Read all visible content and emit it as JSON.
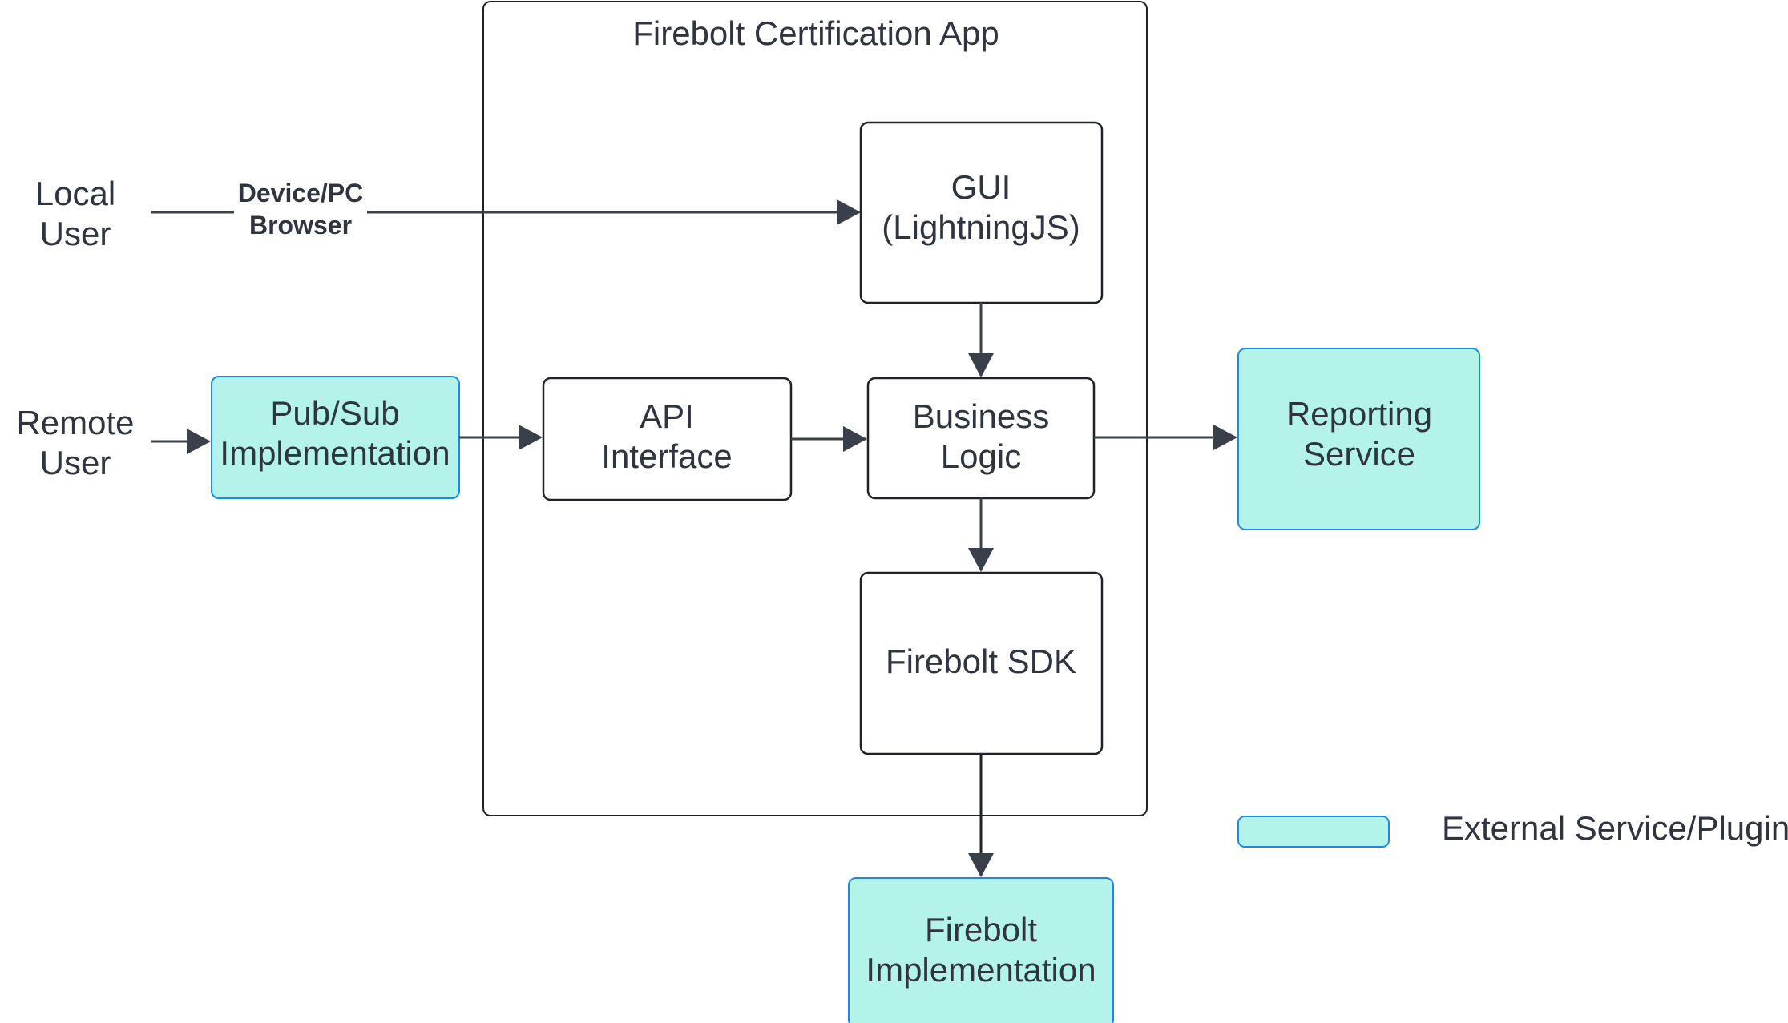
{
  "container": {
    "title": "Firebolt Certification App"
  },
  "actors": {
    "local_user": [
      "Local",
      "User"
    ],
    "remote_user": [
      "Remote",
      "User"
    ]
  },
  "nodes": {
    "gui": [
      "GUI",
      "(LightningJS)"
    ],
    "pubsub": [
      "Pub/Sub",
      "Implementation"
    ],
    "api": [
      "API",
      "Interface"
    ],
    "business": [
      "Business",
      "Logic"
    ],
    "sdk": [
      "Firebolt SDK"
    ],
    "reporting": [
      "Reporting",
      "Service"
    ],
    "firebolt_impl": [
      "Firebolt",
      "Implementation"
    ]
  },
  "edges": {
    "local_to_gui_label": [
      "Device/PC",
      "Browser"
    ]
  },
  "legend": {
    "external_label": "External Service/Plugin"
  },
  "colors": {
    "external_fill": "#b4f3ea",
    "external_stroke": "#1e88e5",
    "internal_stroke": "#1f2328",
    "arrow": "#3a404a",
    "text": "#2f3540"
  }
}
